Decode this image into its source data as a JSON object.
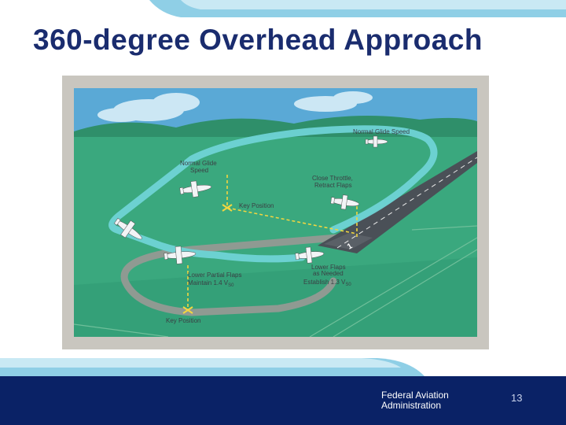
{
  "slide": {
    "title": "360-degree Overhead Approach",
    "footer_org": "Federal Aviation Administration",
    "page_number": "13"
  },
  "diagram": {
    "labels": {
      "normal_glide_speed_top": "Normal Glide Speed",
      "normal_glide_speed_left_1": "Normal Glide",
      "normal_glide_speed_left_2": "Speed",
      "close_throttle_1": "Close Throttle,",
      "close_throttle_2": "Retract Flaps",
      "key_position_upper": "Key Position",
      "lower_partial_flaps_1": "Lower Partial Flaps",
      "maintain_1": "Maintain 1.4 V",
      "maintain_sub": "S0",
      "lower_flaps_1": "Lower Flaps",
      "lower_flaps_2": "as Needed",
      "establish_1": "Establish 1.3 V",
      "establish_sub": "S0",
      "key_position_lower": "Key Position"
    },
    "colors": {
      "sky": "#5aa9d6",
      "ground": "#3aa87e",
      "ground_dark": "#2e9270",
      "path": "#6fd3d6",
      "ground_track": "#8f9a92",
      "runway": "#4a5057",
      "marker": "#f2d640"
    }
  }
}
